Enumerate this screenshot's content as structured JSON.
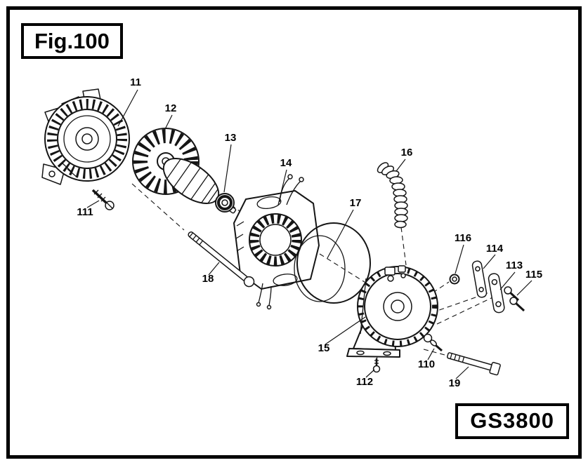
{
  "figure": {
    "title": "Fig.100",
    "model": "GS3800"
  },
  "colors": {
    "ink": "#151515",
    "background": "#ffffff"
  },
  "parts": [
    {
      "id": "11"
    },
    {
      "id": "12"
    },
    {
      "id": "13"
    },
    {
      "id": "14"
    },
    {
      "id": "15"
    },
    {
      "id": "16"
    },
    {
      "id": "17"
    },
    {
      "id": "18"
    },
    {
      "id": "19"
    },
    {
      "id": "110"
    },
    {
      "id": "111"
    },
    {
      "id": "112"
    },
    {
      "id": "113"
    },
    {
      "id": "114"
    },
    {
      "id": "115"
    },
    {
      "id": "116"
    }
  ]
}
